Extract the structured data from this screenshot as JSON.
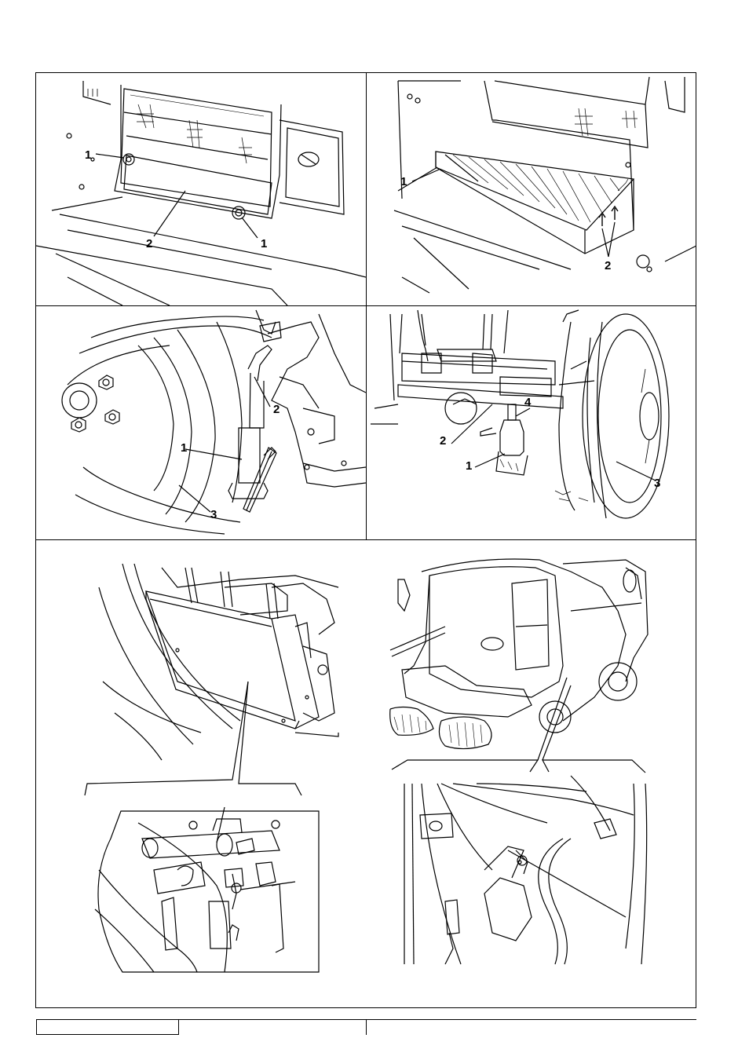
{
  "figure_labels": {
    "panel1": [
      "1",
      "1",
      "2"
    ],
    "panel2": [
      "1",
      "2"
    ],
    "panel3": [
      "2",
      "1",
      "3"
    ],
    "panel4": [
      "4",
      "2",
      "1",
      "3"
    ]
  },
  "footer": {
    "box_text": ""
  }
}
